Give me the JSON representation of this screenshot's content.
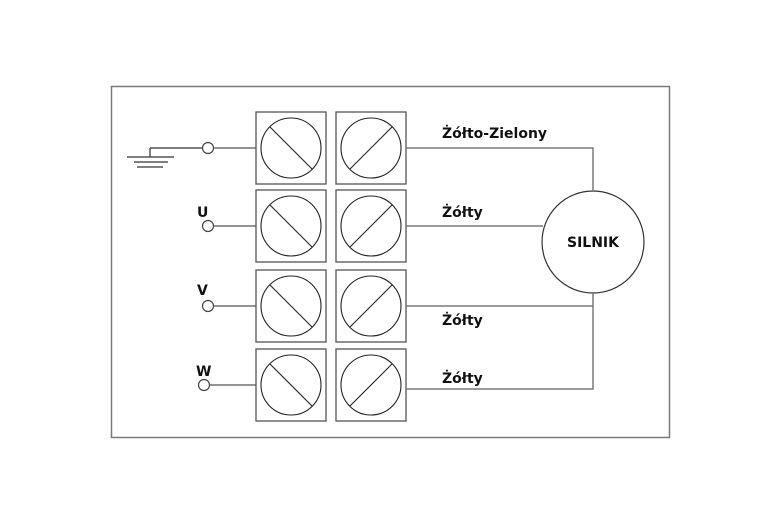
{
  "diagram": {
    "title": "",
    "motor_label": "SILNIK",
    "terminals": [
      {
        "input": "ground",
        "label": "",
        "wire_color": "Żółto-Zielony"
      },
      {
        "input": "U",
        "label": "U",
        "wire_color": "Żółty"
      },
      {
        "input": "V",
        "label": "V",
        "wire_color": "Żółty"
      },
      {
        "input": "W",
        "label": "W",
        "wire_color": "Żółty"
      }
    ],
    "colors": {
      "line": "#7a7a7a",
      "stroke": "#222222",
      "background": "#ffffff"
    }
  }
}
